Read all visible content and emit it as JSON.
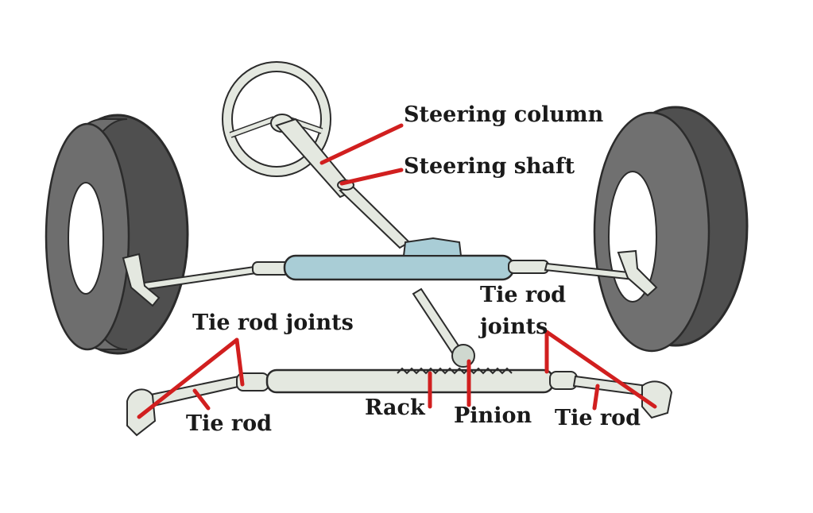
{
  "labels": {
    "steering_column": "Steering column",
    "steering_shaft": "Steering shaft",
    "tie_rod_joints_left": "Tie rod joints",
    "tie_rod_joints_right_line1": "Tie rod",
    "tie_rod_joints_right_line2": "joints",
    "tie_rod_left": "Tie rod",
    "rack": "Rack",
    "pinion": "Pinion",
    "tie_rod_right": "Tie rod"
  },
  "colors": {
    "leader": "#d11f1f",
    "tire": "#6e6e6e",
    "tire_dark": "#4a4a4a",
    "rack_housing": "#a9cdd6",
    "metal": "#cfd8cf",
    "outline": "#2b2b2b"
  }
}
